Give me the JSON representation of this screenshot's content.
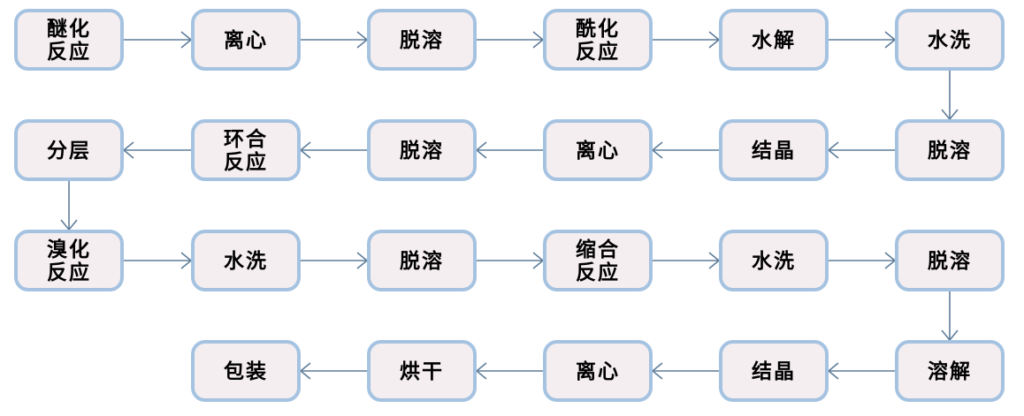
{
  "diagram": {
    "type": "flowchart",
    "colors": {
      "background": "#ffffff",
      "box_fill": "#f5eef0",
      "box_border": "#a5c3e1",
      "arrow": "#5f7d99",
      "text": "#000000"
    },
    "rows": [
      {
        "direction": "right",
        "start_col": 0,
        "steps": [
          "醚化\n反应",
          "离心",
          "脱溶",
          "酰化\n反应",
          "水解",
          "水洗"
        ]
      },
      {
        "direction": "left",
        "start_col": 0,
        "steps": [
          "分层",
          "环合\n反应",
          "脱溶",
          "离心",
          "结晶",
          "脱溶"
        ]
      },
      {
        "direction": "right",
        "start_col": 0,
        "steps": [
          "溴化\n反应",
          "水洗",
          "脱溶",
          "缩合\n反应",
          "水洗",
          "脱溶"
        ]
      },
      {
        "direction": "left",
        "start_col": 1,
        "steps": [
          "包装",
          "烘干",
          "离心",
          "结晶",
          "溶解"
        ]
      }
    ],
    "connectors": [
      {
        "from_row": 0,
        "col": 5,
        "direction": "down"
      },
      {
        "from_row": 1,
        "col": 0,
        "direction": "down"
      },
      {
        "from_row": 2,
        "col": 5,
        "direction": "down"
      }
    ]
  }
}
